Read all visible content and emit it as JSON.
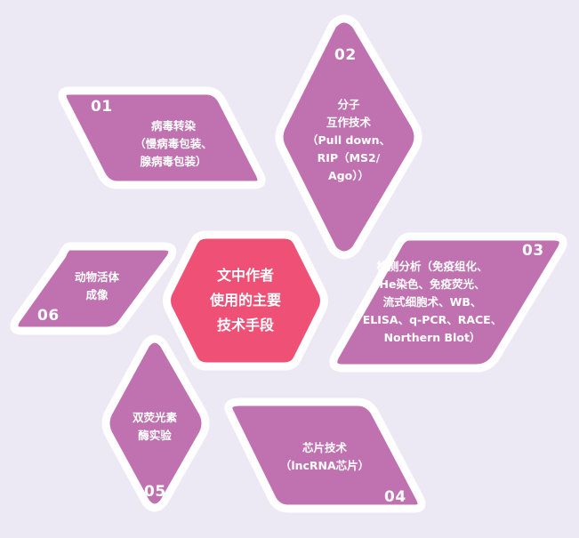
{
  "colors": {
    "background": "#ede9f4",
    "tile": "#c072b0",
    "tile_border": "#ffffff",
    "center": "#ee5175",
    "text": "#ffffff"
  },
  "center": {
    "lines": [
      "文中作者",
      "使用的主要",
      "技术手段"
    ]
  },
  "items": [
    {
      "number": "01",
      "lines": [
        "病毒转染",
        "（慢病毒包装、",
        "腺病毒包装）"
      ]
    },
    {
      "number": "02",
      "lines": [
        "分子",
        "互作技术",
        "（Pull down、",
        "RIP（MS2/",
        "Ago））"
      ]
    },
    {
      "number": "03",
      "lines": [
        "检测分析（免疫组化、",
        "He染色、免疫荧光、",
        "流式细胞术、WB、",
        "ELISA、q-PCR、RACE、",
        "Northern Blot）"
      ]
    },
    {
      "number": "04",
      "lines": [
        "芯片技术",
        "（lncRNA芯片）"
      ]
    },
    {
      "number": "05",
      "lines": [
        "双荧光素",
        "酶实验"
      ]
    },
    {
      "number": "06",
      "lines": [
        "动物活体",
        "成像"
      ]
    }
  ]
}
